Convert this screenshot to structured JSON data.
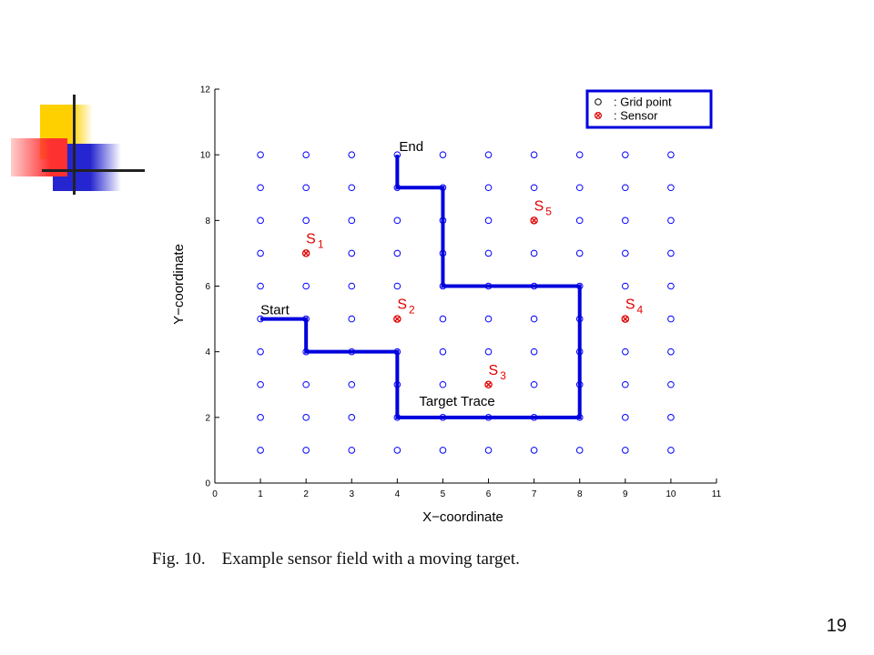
{
  "slide": {
    "caption_label": "Fig. 10.",
    "caption_text": "Example sensor field with a moving target.",
    "page_number": "19"
  },
  "chart_data": {
    "type": "scatter",
    "xlabel": "X−coordinate",
    "ylabel": "Y−coordinate",
    "xlim": [
      0,
      11
    ],
    "ylim": [
      0,
      12
    ],
    "xticks": [
      0,
      1,
      2,
      3,
      4,
      5,
      6,
      7,
      8,
      9,
      10,
      11
    ],
    "yticks": [
      0,
      2,
      4,
      6,
      8,
      10,
      12
    ],
    "grid": false,
    "legend_position": "top-right",
    "legend": [
      {
        "symbol": "circle",
        "label": ": Grid point"
      },
      {
        "symbol": "sensor",
        "label": ": Sensor"
      }
    ],
    "grid_points": {
      "x_range": [
        1,
        10
      ],
      "y_range": [
        1,
        10
      ],
      "step": 1,
      "color": "#0000ff"
    },
    "sensors": [
      {
        "id": "S",
        "sub": "1",
        "x": 2,
        "y": 7
      },
      {
        "id": "S",
        "sub": "2",
        "x": 4,
        "y": 5
      },
      {
        "id": "S",
        "sub": "3",
        "x": 6,
        "y": 3
      },
      {
        "id": "S",
        "sub": "4",
        "x": 9,
        "y": 5
      },
      {
        "id": "S",
        "sub": "5",
        "x": 7,
        "y": 8
      }
    ],
    "trace": {
      "name": "Target Trace",
      "color": "#0000dd",
      "points": [
        [
          1,
          5
        ],
        [
          2,
          5
        ],
        [
          2,
          4
        ],
        [
          4,
          4
        ],
        [
          4,
          2
        ],
        [
          8,
          2
        ],
        [
          8,
          6
        ],
        [
          5,
          6
        ],
        [
          5,
          9
        ],
        [
          4,
          9
        ],
        [
          4,
          10
        ]
      ]
    },
    "annotations": [
      {
        "text": "Start",
        "x": 1,
        "y": 5
      },
      {
        "text": "End",
        "x": 4,
        "y": 10
      },
      {
        "text": "Target Trace",
        "x": 4.5,
        "y": 2
      }
    ],
    "colors": {
      "grid_point": "#0000ff",
      "sensor": "#e00000",
      "trace": "#0000dd"
    }
  },
  "decoration": {
    "colors": {
      "yellow": "#ffd400",
      "red": "#ff3b3b",
      "blue": "#2b2bd6",
      "line": "#222222"
    }
  }
}
